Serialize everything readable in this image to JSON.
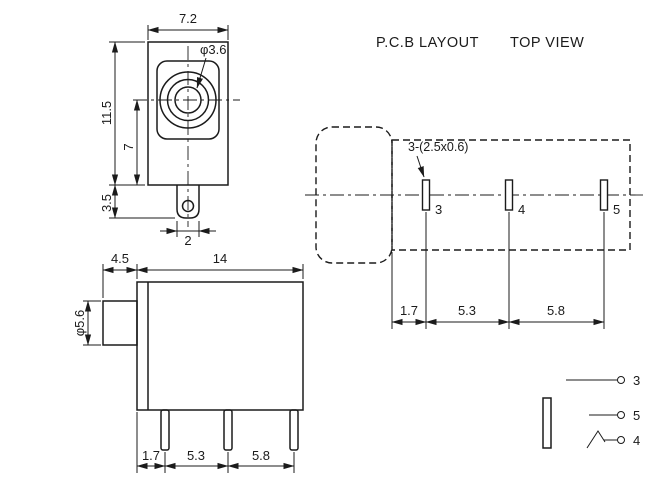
{
  "colors": {
    "line": "#1b1b1b",
    "background": "#ffffff"
  },
  "header": {
    "pcb_layout_label": "P.C.B LAYOUT",
    "top_view_label": "TOP VIEW"
  },
  "front_view": {
    "dim_width": "7.2",
    "dim_hole_dia": "φ3.6",
    "dim_height": "11.5",
    "dim_center_to_bottom": "7",
    "dim_tab_height": "3.5",
    "dim_tab_width": "2"
  },
  "pcb_view": {
    "pad_note": "3-(2.5x0.6)",
    "pad_labels": [
      "3",
      "4",
      "5"
    ],
    "dim_left_to_pad3": "1.7",
    "dim_pad3_to_pad4": "5.3",
    "dim_pad4_to_pad5": "5.8"
  },
  "side_view": {
    "dim_barrel_length": "4.5",
    "dim_body_length": "14",
    "dim_barrel_dia": "φ5.6",
    "dim_left_to_pin1": "1.7",
    "dim_pin1_to_pin2": "5.3",
    "dim_pin2_to_pin3": "5.8"
  },
  "schematic": {
    "terminal_top": "3",
    "terminal_middle": "5",
    "terminal_bottom": "4"
  }
}
